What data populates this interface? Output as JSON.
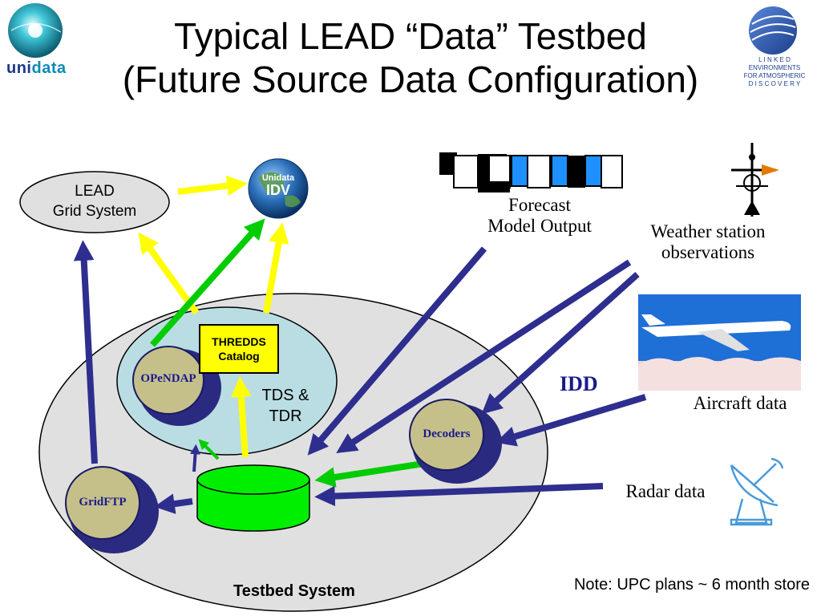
{
  "slide": {
    "title_line1": "Typical LEAD “Data” Testbed",
    "title_line2": "(Future Source Data Configuration)"
  },
  "logos": {
    "unidata_text_uni": "uni",
    "unidata_text_data": "data",
    "lead_lines": [
      "L I N K E D",
      "ENVIRONMENTS",
      "FOR ATMOSPHERIC",
      "D I S C O V E R Y"
    ],
    "idv_line1": "Unidata",
    "idv_line2": "IDV"
  },
  "nodes": {
    "lead_grid": "LEAD\nGrid System",
    "thredds_line1": "THREDDS",
    "thredds_line2": "Catalog",
    "opendap": "OPeNDAP",
    "tds": "TDS &\nTDR",
    "decoders": "Decoders",
    "gridftp": "GridFTP",
    "testbed": "Testbed System"
  },
  "sources": {
    "forecast": "Forecast\nModel Output",
    "weather": "Weather station\nobservations",
    "aircraft": "Aircraft data",
    "radar": "Radar data",
    "idd": "IDD"
  },
  "note": "Note: UPC plans ~ 6 month store",
  "colors": {
    "navy_arrow": "#2e2e8f",
    "yellow_arrow": "#ffff00",
    "green_arrow": "#00cc00",
    "outer_ellipse": "#e0e0e0",
    "inner_ellipse": "#b9dde3",
    "bubble": "#c5c08a",
    "cylinder": "#00ee00"
  }
}
